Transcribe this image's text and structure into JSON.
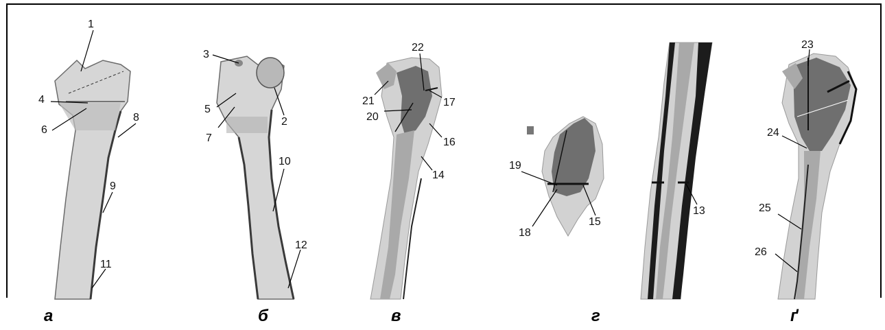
{
  "panels": {
    "a": "а",
    "b": "б",
    "v": "в",
    "g": "г",
    "gg": "ґ"
  },
  "labels": {
    "n1": "1",
    "n2": "2",
    "n3": "3",
    "n4": "4",
    "n5": "5",
    "n6": "6",
    "n7": "7",
    "n8": "8",
    "n9": "9",
    "n10": "10",
    "n11": "11",
    "n12": "12",
    "n13": "13",
    "n14": "14",
    "n15": "15",
    "n16": "16",
    "n17": "17",
    "n18": "18",
    "n19": "19",
    "n20": "20",
    "n21": "21",
    "n22": "22",
    "n23": "23",
    "n24": "24",
    "n25": "25",
    "n26": "26"
  }
}
